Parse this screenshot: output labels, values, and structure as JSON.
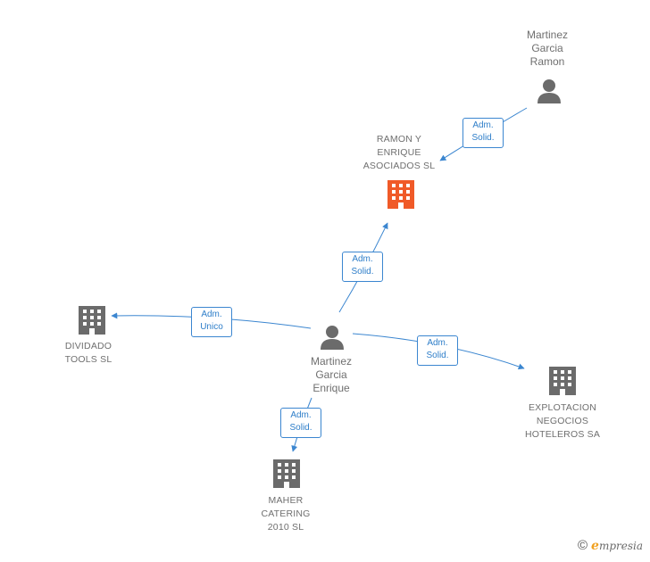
{
  "nodes": {
    "ramon_person": {
      "label": "Martinez\nGarcia\nRamon"
    },
    "ramon_enrique_company": {
      "label": "RAMON Y\nENRIQUE\nASOCIADOS SL"
    },
    "dividado_company": {
      "label": "DIVIDADO\nTOOLS SL"
    },
    "enrique_person": {
      "label": "Martinez\nGarcia\nEnrique"
    },
    "explotacion_company": {
      "label": "EXPLOTACION\nNEGOCIOS\nHOTELEROS SA"
    },
    "maher_company": {
      "label": "MAHER\nCATERING\n2010 SL"
    }
  },
  "edges": {
    "ramon_to_company": {
      "label": "Adm.\nSolid."
    },
    "enrique_to_company": {
      "label": "Adm.\nSolid."
    },
    "enrique_to_dividado": {
      "label": "Adm.\nUnico"
    },
    "enrique_to_explotacion": {
      "label": "Adm.\nSolid."
    },
    "enrique_to_maher": {
      "label": "Adm.\nSolid."
    }
  },
  "colors": {
    "highlight_company": "#f05a28",
    "company": "#6b6b6b",
    "person": "#6b6b6b",
    "edge": "#3b86d0"
  },
  "footer": {
    "copyright": "©",
    "brand": "mpresia",
    "brand_initial": "e"
  }
}
